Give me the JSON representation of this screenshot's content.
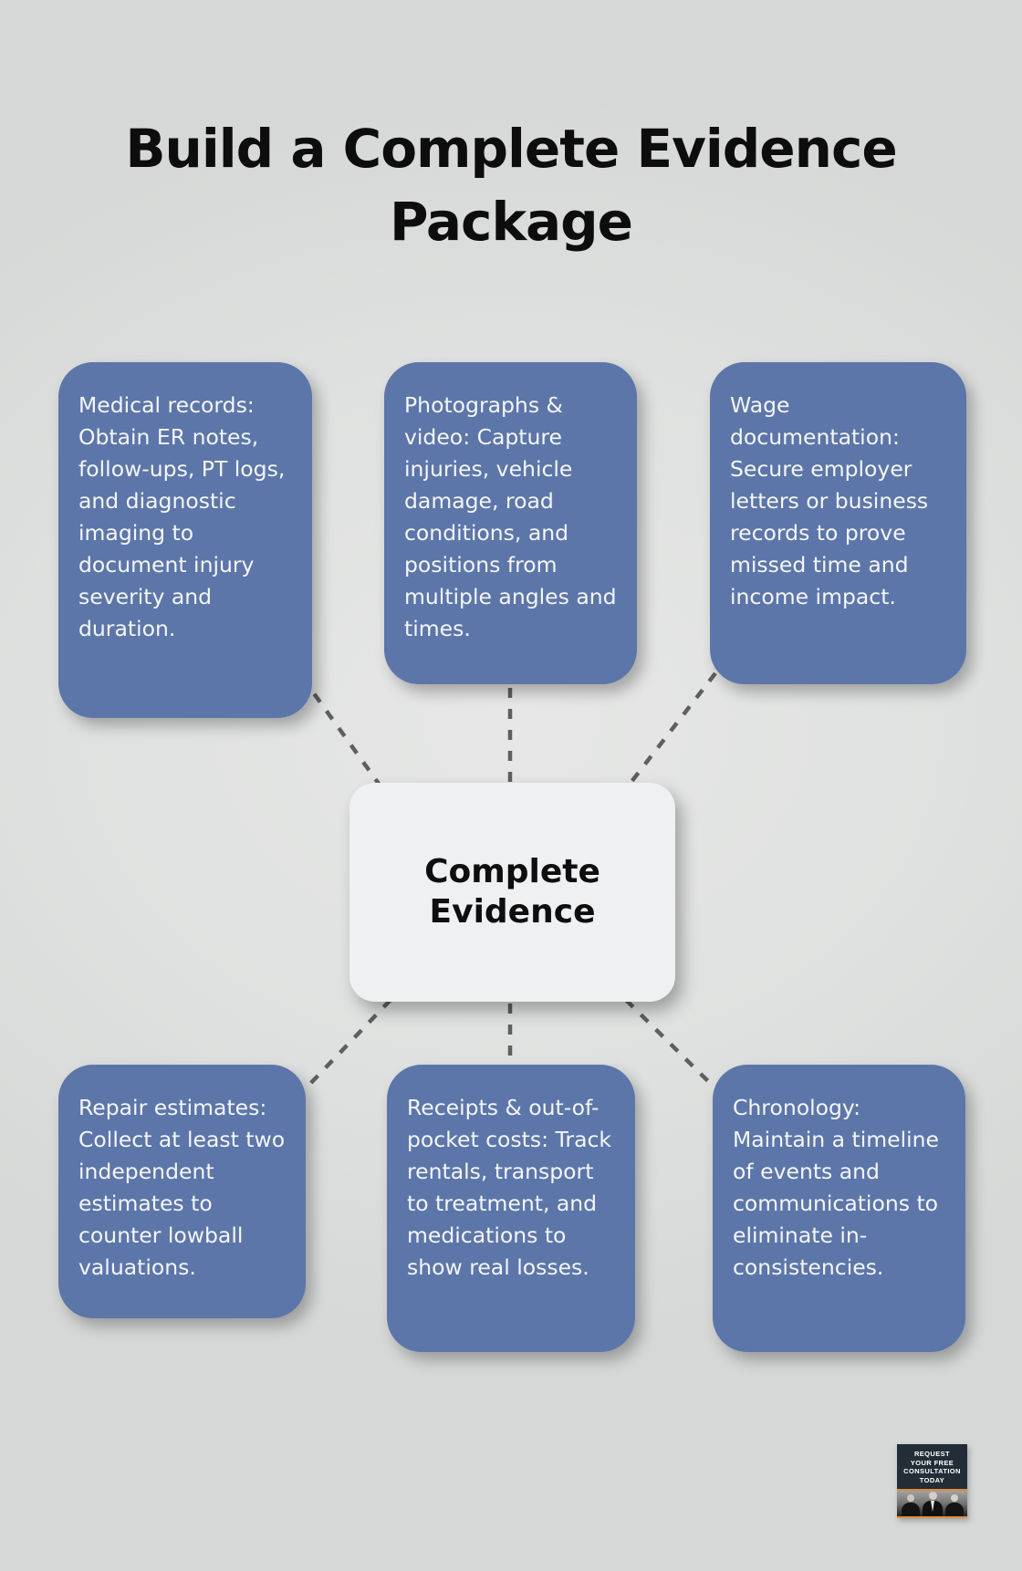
{
  "title": "Build a Complete Evidence Package",
  "hub": {
    "label": "Complete Evidence"
  },
  "nodes": [
    {
      "id": "medical-records",
      "text": "Medical records: Obtain ER notes, follow-ups, PT logs, and diagnostic imaging to document injury severity and duration."
    },
    {
      "id": "photographs-video",
      "text": "Photographs & video: Capture injuries, vehicle damage, road conditions, and positions from multiple angles and times."
    },
    {
      "id": "wage-documentation",
      "text": "Wage documentation: Secure employer letters or business records to prove missed time and income impact."
    },
    {
      "id": "repair-estimates",
      "text": "Repair estimates: Collect at least two independent estimates to counter lowball valuations."
    },
    {
      "id": "receipts-costs",
      "text": "Receipts & out-of-pocket costs: Track rentals, transport to treatment, and medications to show real losses."
    },
    {
      "id": "chronology",
      "text": "Chronology: Maintain a timeline of events and communications to eliminate in-consistencies."
    }
  ],
  "badge": {
    "lines": [
      "REQUEST",
      "YOUR FREE",
      "CONSULTATION",
      "TODAY"
    ]
  },
  "colors": {
    "background": "#dfe1e0",
    "node_fill": "#5d76a9",
    "node_text": "#f4f6f8",
    "hub_fill": "#eff0f2",
    "connector": "#5f5f5f",
    "title_text": "#0d0d0d",
    "badge_background": "#222d37",
    "badge_accent": "#dd8b3c"
  }
}
